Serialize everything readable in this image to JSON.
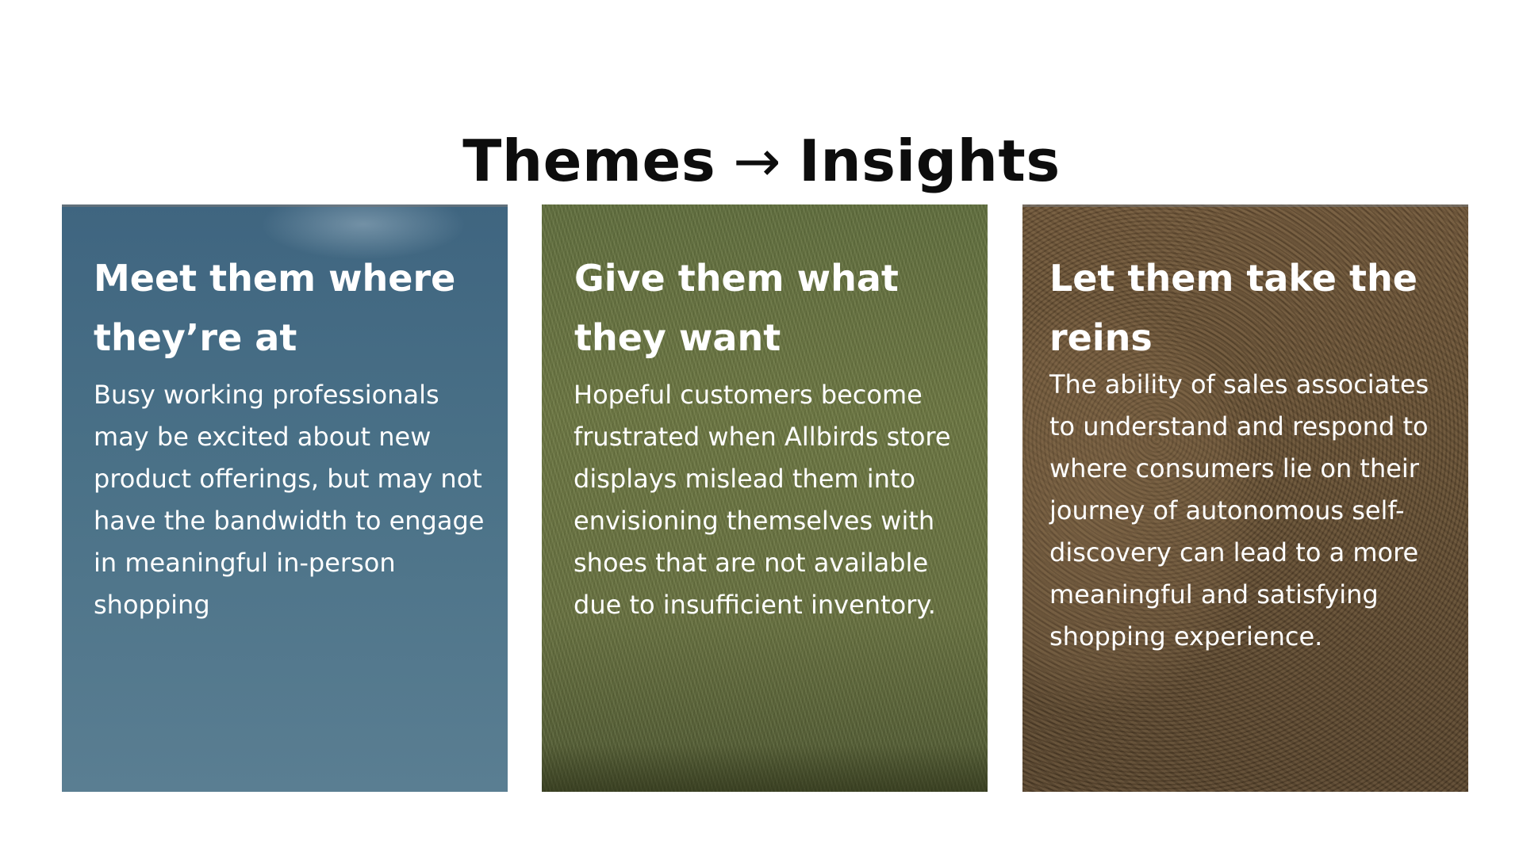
{
  "slide": {
    "title_left": "Themes",
    "title_arrow": "→",
    "title_right": "Insights"
  },
  "cards": [
    {
      "heading": "Meet them where they’re at",
      "body": "Busy working professionals may be excited about new product offerings, but may not have the bandwidth to engage in meaningful in-person shopping",
      "background_color": "#46708a"
    },
    {
      "heading": "Give them what they want",
      "body": "Hopeful customers become frustrated when Allbirds store displays mislead them into envisioning themselves with shoes that are not available due to insufficient inventory.",
      "background_color": "#66713f"
    },
    {
      "heading": "Let them take the reins",
      "body": "The ability of sales associates to understand and respond to where consumers lie on their journey of autonomous self-discovery can lead to a more meaningful and satisfying shopping experience.",
      "background_color": "#5f4a30"
    }
  ],
  "colors": {
    "title_text": "#0d0d0d",
    "card_text": "#ffffff",
    "page_background": "#ffffff"
  }
}
